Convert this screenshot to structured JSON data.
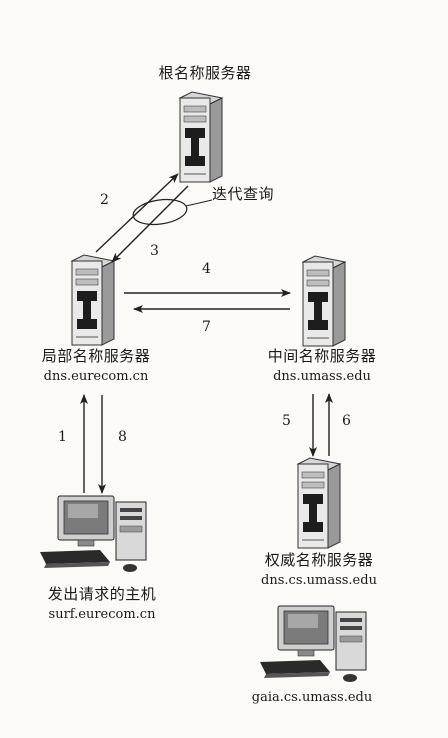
{
  "root_server": {
    "title": "根名称服务器"
  },
  "annotation": {
    "iterative_query": "迭代查询"
  },
  "local_server": {
    "title": "局部名称服务器",
    "domain": "dns.eurecom.cn"
  },
  "intermediate_server": {
    "title": "中间名称服务器",
    "domain": "dns.umass.edu"
  },
  "authoritative_server": {
    "title": "权威名称服务器",
    "domain": "dns.cs.umass.edu"
  },
  "requesting_host": {
    "title": "发出请求的主机",
    "domain": "surf.eurecom.cn"
  },
  "target_host": {
    "domain": "gaia.cs.umass.edu"
  },
  "steps": {
    "s1": "1",
    "s2": "2",
    "s3": "3",
    "s4": "4",
    "s5": "5",
    "s6": "6",
    "s7": "7",
    "s8": "8"
  },
  "icons": {
    "server": "server-tower-icon",
    "computer": "desktop-computer-icon"
  }
}
